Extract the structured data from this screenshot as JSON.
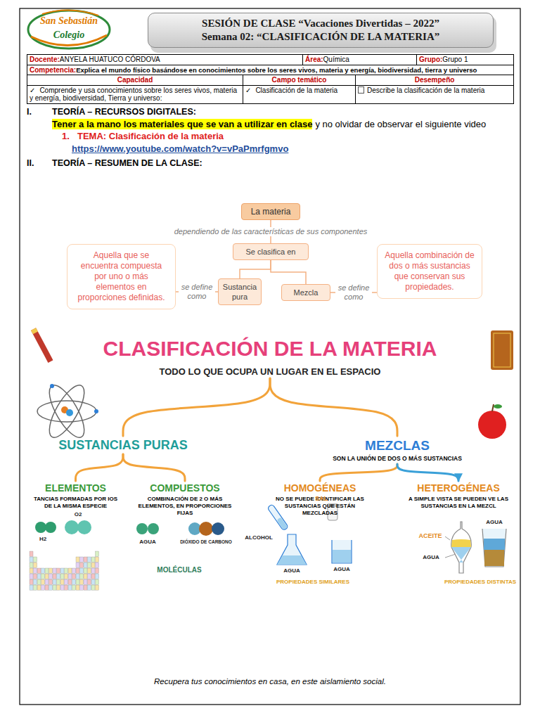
{
  "diagram": {
    "nodes": [
      {
        "text": [
          "SESIÓN DE CLASE “Vacaciones Divertidas – 2022”",
          "Semana 02: “CLASIFICACIÓN DE LA MATERIA”"
        ]
      },
      {
        "text": [
          "La materia"
        ]
      },
      {
        "text": [
          "Se clasifica en"
        ]
      },
      {
        "text": [
          "Sustancia pura"
        ]
      },
      {
        "text": [
          "Mezcla"
        ]
      },
      {
        "text": [
          "Aquella que se encuentra compuesta por uno o más elementos en proporciones definidas."
        ]
      },
      {
        "text": [
          "Aquella combinación de dos o más sustancias que conservan sus propiedades."
        ]
      },
      {
        "text": [
          "CLASIFICACIÓN DE LA MATERIA",
          "TODO LO QUE OCUPA UN LUGAR EN EL ESPACIO"
        ]
      },
      {
        "text": [
          "SUSTANCIAS PURAS"
        ]
      },
      {
        "text": [
          "MEZCLAS",
          "SON LA UNIÓN DE DOS O MÁS SUSTANCIAS"
        ]
      },
      {
        "text": [
          "ELEMENTOS",
          "TANCIAS FORMADAS POR IOS DE LA MISMA ESPECIE"
        ]
      },
      {
        "text": [
          "COMPUESTOS",
          "COMBINACIÓN DE 2 O MÁS ELEMENTOS, EN PROPORCIONES FIJAS"
        ]
      },
      {
        "text": [
          "HOMOGÉNEAS",
          "NO SE PUEDE IDENTIFICAR LAS SUSTANCIAS QUE ESTÁN MEZCLADAS"
        ]
      },
      {
        "text": [
          "HETEROGÉNEAS",
          "A SIMPLE VISTA SE PUEDEN VE LAS SUSTANCIAS EN LA MEZCL"
        ]
      }
    ],
    "edges": [
      {
        "from": 1,
        "to": 2,
        "arrow": "none",
        "label": "dependiendo de las características de sus componentes"
      },
      {
        "from": 2,
        "to": 3,
        "arrow": "none"
      },
      {
        "from": 2,
        "to": 4,
        "arrow": "none"
      },
      {
        "from": 3,
        "to": 5,
        "arrow": "none",
        "label": "se define como"
      },
      {
        "from": 4,
        "to": 6,
        "arrow": "none",
        "label": "se define como"
      },
      {
        "from": 7,
        "to": 8,
        "arrow": "none"
      },
      {
        "from": 7,
        "to": 9,
        "arrow": "none"
      },
      {
        "from": 8,
        "to": 10,
        "arrow": "none"
      },
      {
        "from": 8,
        "to": 11,
        "arrow": "none"
      },
      {
        "from": 9,
        "to": 12,
        "arrow": "none"
      },
      {
        "from": 9,
        "to": 13,
        "arrow": "to"
      }
    ],
    "labels": [
      "San Sebastián",
      "Colegio",
      "Docente:",
      "ANYELA HUATUCO CÓRDOVA",
      "Área:",
      "Química",
      "Grupo:",
      "Grupo 1",
      "Competencia:",
      "Explica el mundo físico basándose en conocimientos sobre los seres vivos, materia y energía, biodiversidad, tierra y universo",
      "Capacidad",
      "Campo temático",
      "Desempeño",
      "✓",
      "Comprende y usa conocimientos sobre los seres vivos, materia y energía, biodiversidad, Tierra y universo:",
      "✓",
      "Clasificación de la materia",
      "Describe la clasificación de la materia",
      "I.",
      "TEORÍA – RECURSOS DIGITALES:",
      "Tener a la mano los materiales que se van a utilizar en clase",
      "y no olvidar de observar el siguiente video",
      "1.",
      "TEMA: Clasificación de la materia",
      "https://www.youtube.com/watch?v=vPaPmrfgmvo",
      "II.",
      "TEORÍA – RESUMEN DE LA CLASE:",
      "H2",
      "O2",
      "AGUA",
      "DIÓXIDO DE CARBONO",
      "MOLÉCULAS",
      "ALCOHOL",
      "SAL",
      "AGUA",
      "AGUA",
      "PROPIEDADES SIMILARES",
      "ACEITE",
      "AGUA",
      "AGUA",
      "PROPIEDADES DISTINTAS",
      "Recupera tus conocimientos en casa, en este aislamiento social."
    ]
  }
}
